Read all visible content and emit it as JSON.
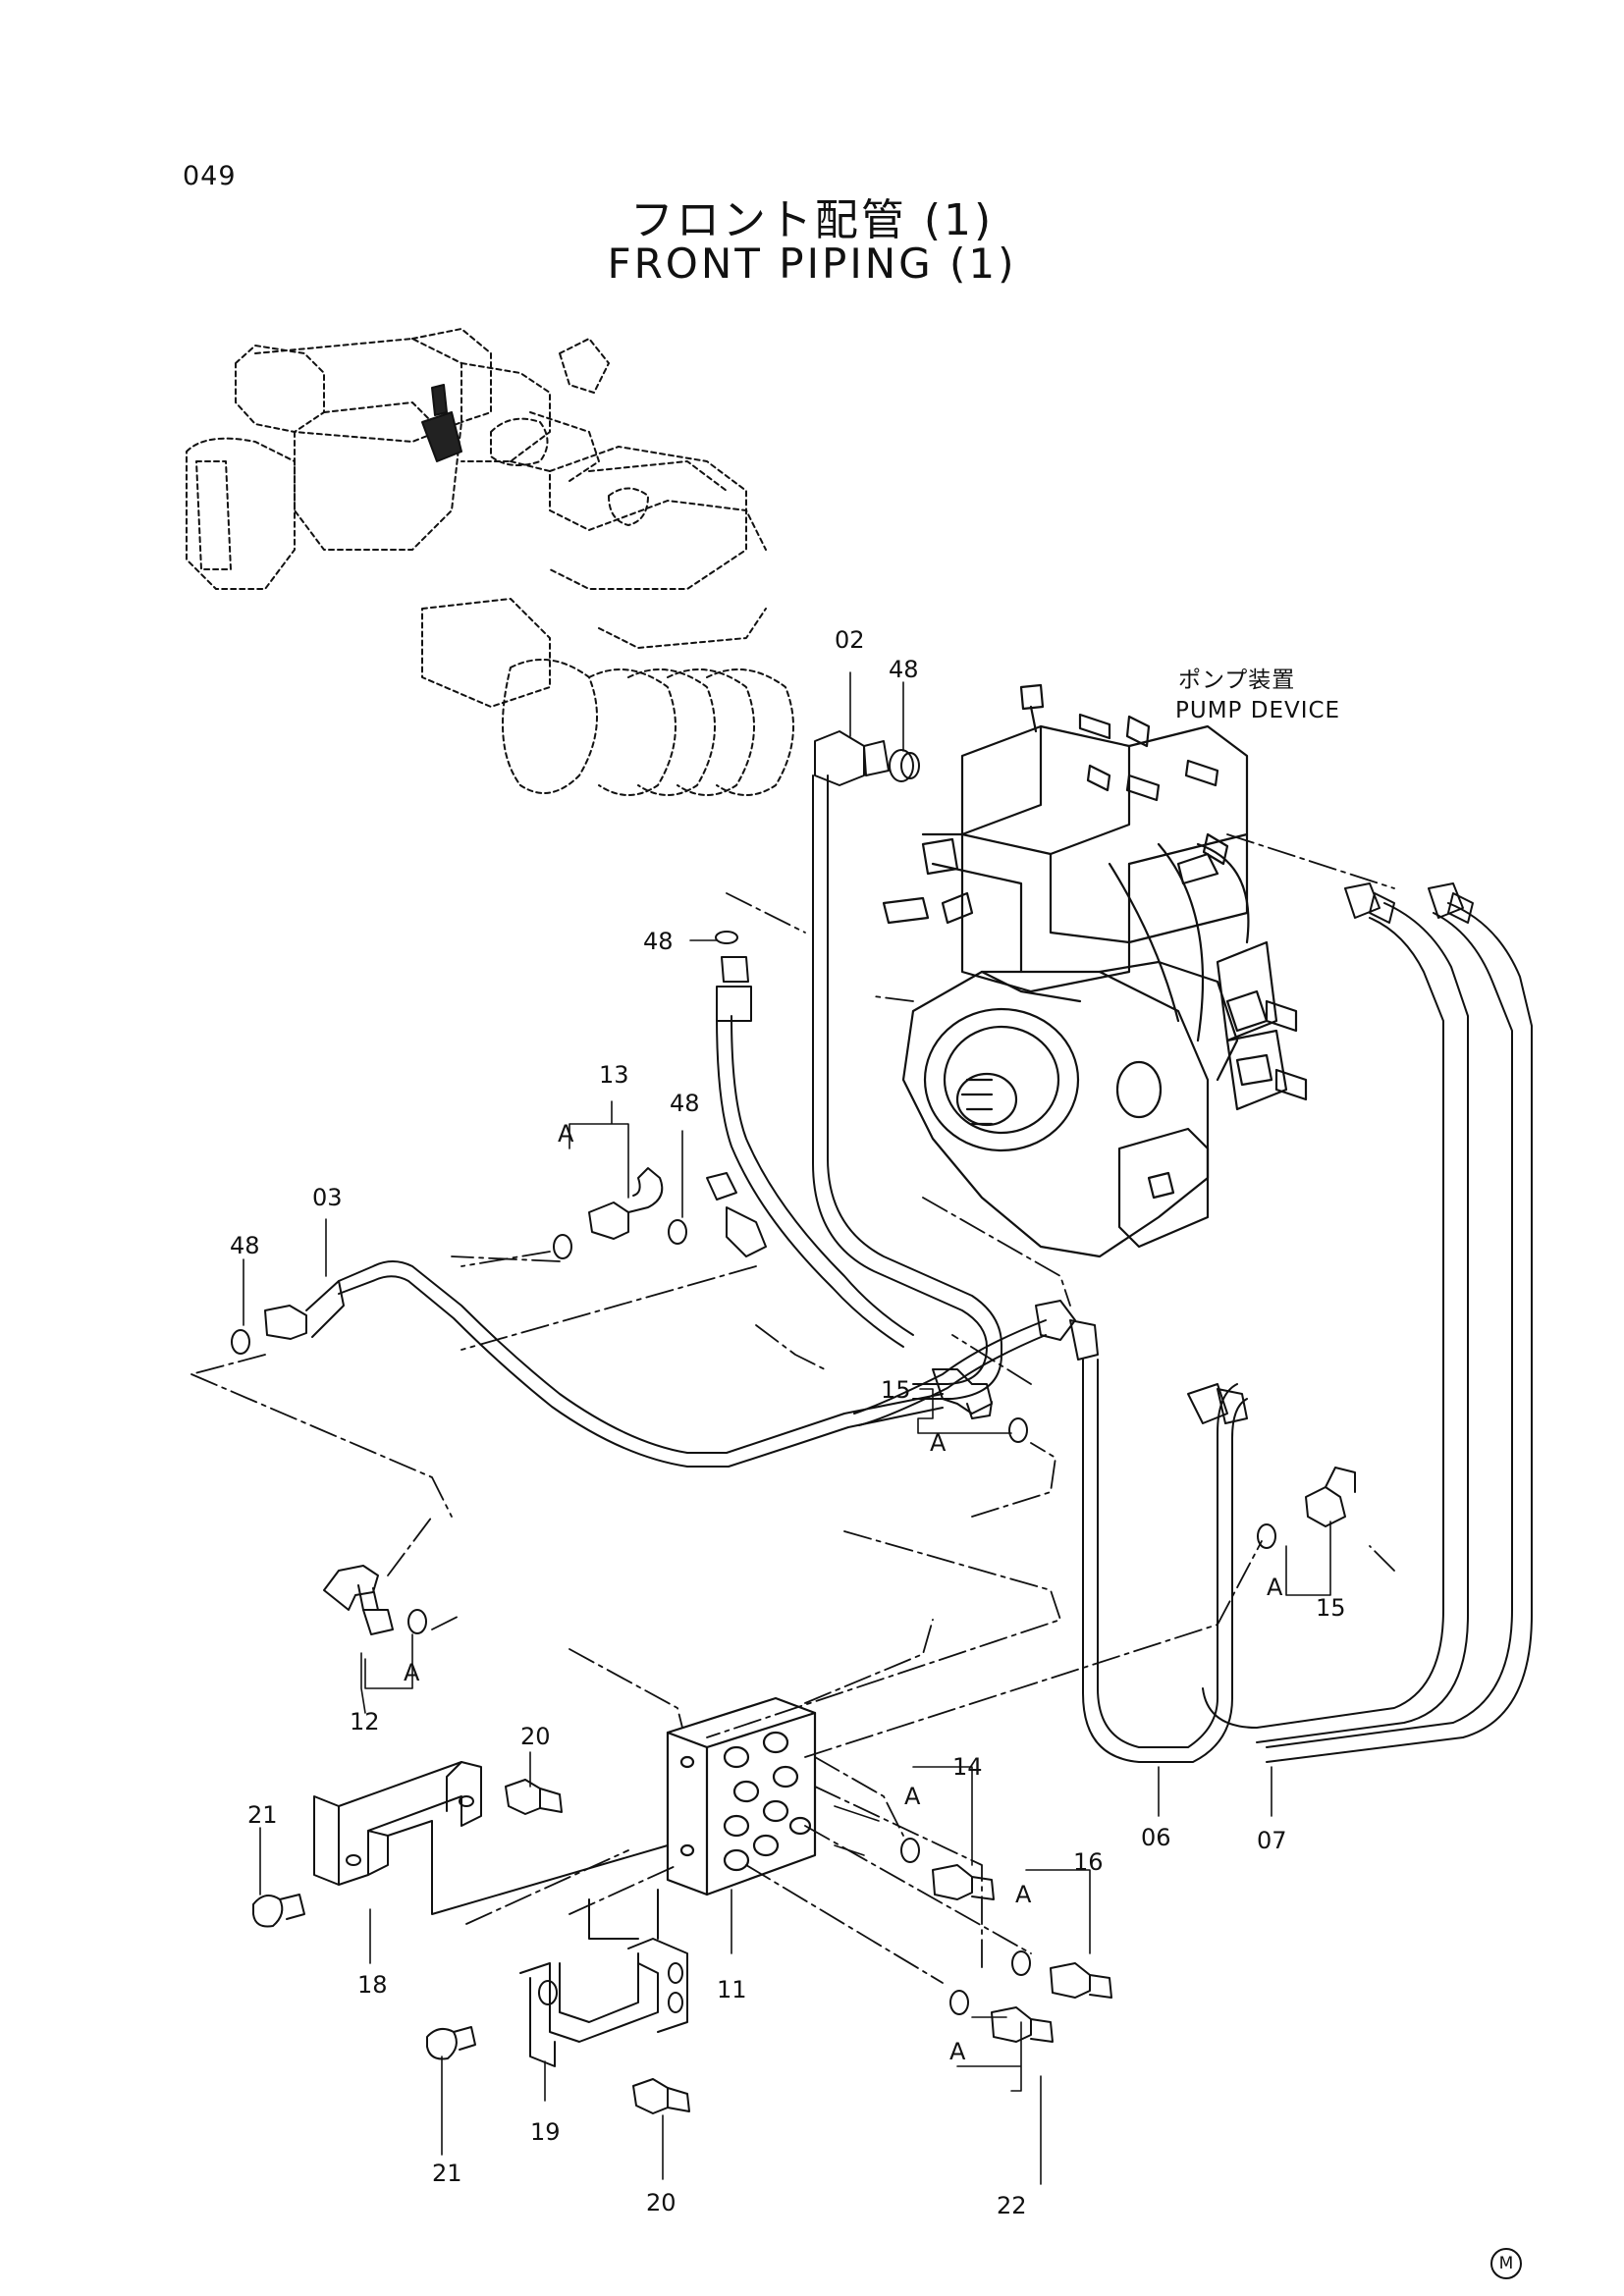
{
  "page_number": "049",
  "title_jp": "フロント配管 (1)",
  "title_en": "FRONT PIPING (1)",
  "pump_label_jp": "ポンプ装置",
  "pump_label_en": "PUMP DEVICE",
  "ref_mark": "A",
  "corner_mark": "M",
  "part_labels": {
    "p02": "02",
    "p48a": "48",
    "p48b": "48",
    "p48c": "48",
    "p48d": "48",
    "p13": "13",
    "p03": "03",
    "p15a": "15",
    "p15b": "15",
    "p12": "12",
    "p20a": "20",
    "p21a": "21",
    "p14": "14",
    "p16": "16",
    "p06": "06",
    "p07": "07",
    "p18": "18",
    "p11": "11",
    "p19": "19",
    "p21b": "21",
    "p22": "22",
    "p20b": "20"
  }
}
